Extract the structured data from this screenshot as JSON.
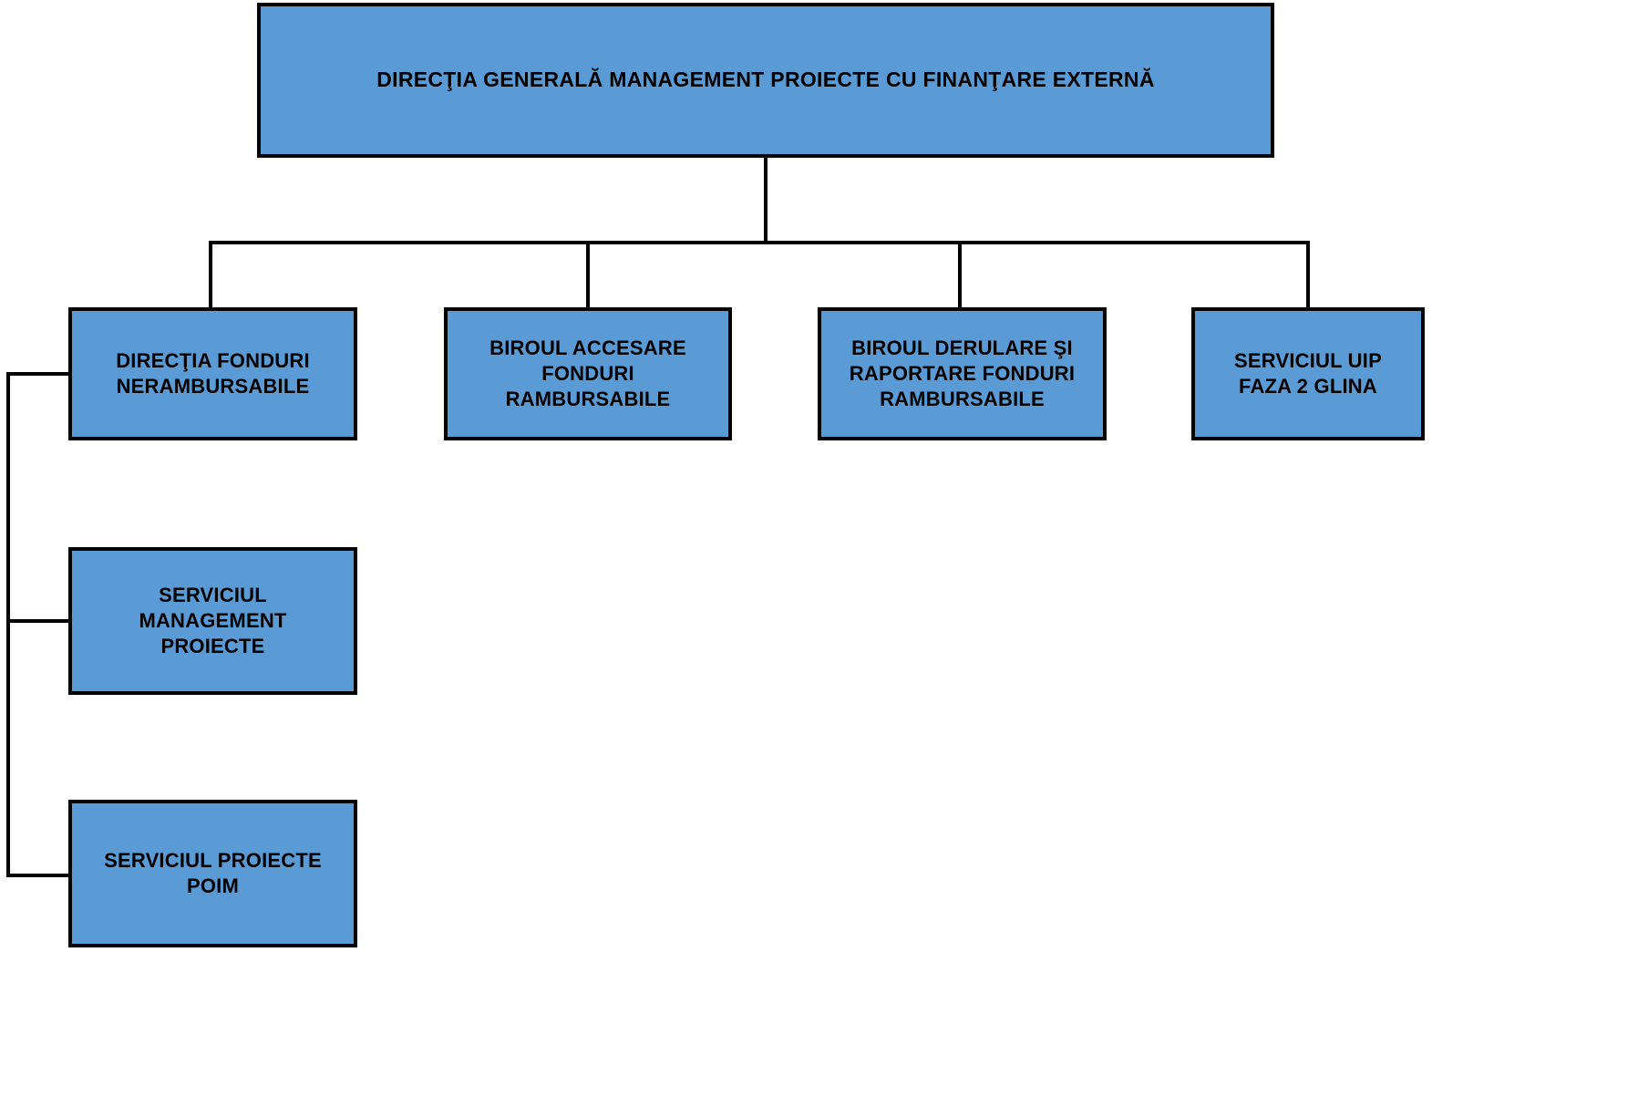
{
  "diagram": {
    "title_text": "DIRECŢIA GENERALĂ MANAGEMENT PROIECTE CU FINANŢARE EXTERNĂ",
    "type": "organizational-chart",
    "colors": {
      "node_fill": "#5B9BD5",
      "node_border": "#000000",
      "connector": "#000000",
      "text": "#000000",
      "background": "#FFFFFF"
    },
    "root": {
      "label": "DIRECŢIA GENERALĂ MANAGEMENT PROIECTE CU FINANŢARE EXTERNĂ"
    },
    "level2": [
      {
        "label": "DIRECŢIA FONDURI\nNERAMBURSABILE"
      },
      {
        "label": "BIROUL ACCESARE\nFONDURI\nRAMBURSABILE"
      },
      {
        "label": "BIROUL DERULARE ŞI\nRAPORTARE FONDURI\nRAMBURSABILE"
      },
      {
        "label": "SERVICIUL UIP\nFAZA 2 GLINA"
      }
    ],
    "level3": [
      {
        "label": "SERVICIUL\nMANAGEMENT\nPROIECTE"
      },
      {
        "label": "SERVICIUL PROIECTE\nPOIM"
      }
    ]
  }
}
